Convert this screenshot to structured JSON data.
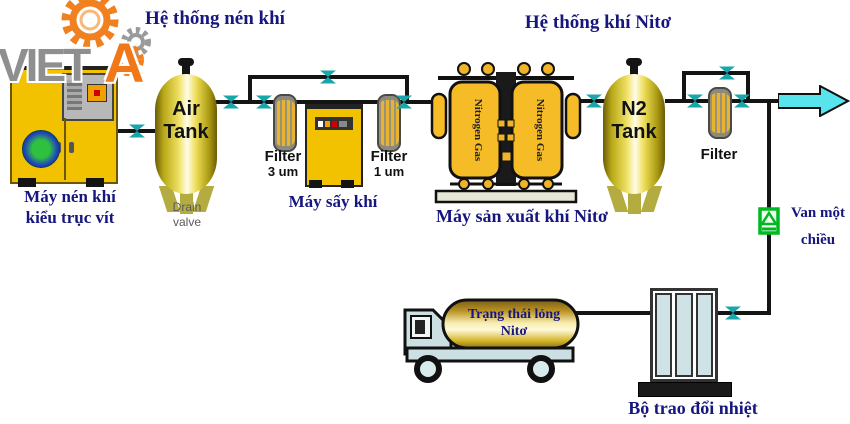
{
  "titles": {
    "compressed_air_system": "Hệ thống nén khí",
    "nitrogen_system": "Hệ thống khí Nitơ"
  },
  "logo": {
    "viet": "VIET",
    "a": "A"
  },
  "labels": {
    "compressor_line1": "Máy nén khí",
    "compressor_line2": "kiểu trục vít",
    "air_tank_line1": "Air",
    "air_tank_line2": "Tank",
    "drain_line1": "Drain",
    "drain_line2": "valve",
    "filter3_title": "Filter",
    "filter3_size": "3 um",
    "dryer": "Máy sấy khí",
    "filter1_title": "Filter",
    "filter1_size": "1 um",
    "generator": "Máy sản xuất khí Nitơ",
    "vessel_left": "Nitrogen Gas",
    "vessel_right": "Nitrogen Gas",
    "n2_tank_line1": "N2",
    "n2_tank_line2": "Tank",
    "out_filter_title": "Filter",
    "check_valve_line1": "Van một",
    "check_valve_line2": "chiều",
    "heat_exchanger": "Bộ trao đổi nhiệt",
    "liquid_line1": "Trạng thái lỏng",
    "liquid_line2": "Nitơ"
  },
  "colors": {
    "pipe": "#141414",
    "valve_teal": "#18a6ab",
    "machine_yellow": "#f2c200",
    "tank_gold": "#eee060",
    "navy_text": "#16167e",
    "arrow_cyan": "#58e4ec",
    "check_valve_green": "#00b822",
    "logo_orange": "#f07818",
    "logo_grey": "#8f8f8f",
    "heat_exchanger_blue": "#cfe3e6"
  }
}
